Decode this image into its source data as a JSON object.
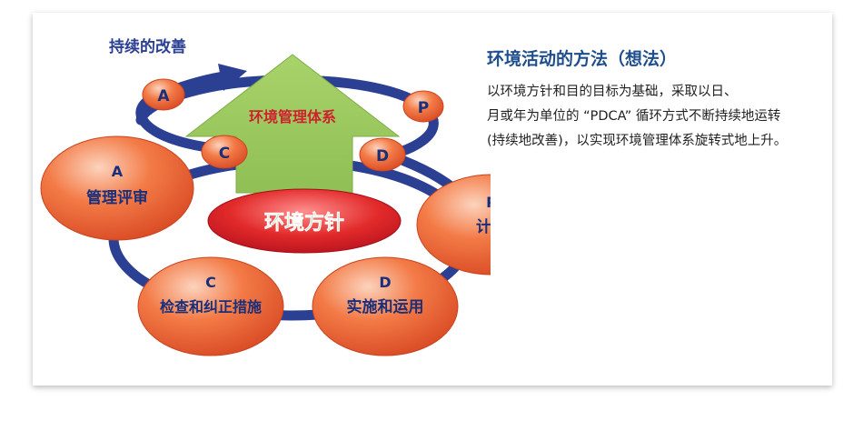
{
  "diagram": {
    "cycle_label": "持续的改善",
    "system_label": "环境管理体系",
    "policy_label": "环境方针",
    "upper_cycle": {
      "a": "A",
      "p": "P",
      "c": "C",
      "d": "D"
    },
    "nodes": {
      "plan": {
        "letter": "P",
        "label": "计划"
      },
      "do": {
        "letter": "D",
        "label": "实施和运用"
      },
      "check": {
        "letter": "C",
        "label": "检查和纠正措施"
      },
      "act": {
        "letter": "A",
        "label": "管理评审"
      }
    },
    "colors": {
      "ring": "#2b3f93",
      "node_fill": "#ef6a3a",
      "node_highlight": "#fcd3bd",
      "arrow_green": "#98c65c",
      "policy_red": "#d8182a",
      "policy_text": "#3aa83a",
      "system_text": "#d0202e"
    }
  },
  "panel": {
    "title": "环境活动的方法（想法）",
    "lines": [
      "以环境方针和目的目标为基础，采取以日、",
      "月或年为单位的 “PDCA” 循环方式不断持续地运转",
      "(持续地改善)，以实现环境管理体系旋转式地上升。"
    ]
  }
}
